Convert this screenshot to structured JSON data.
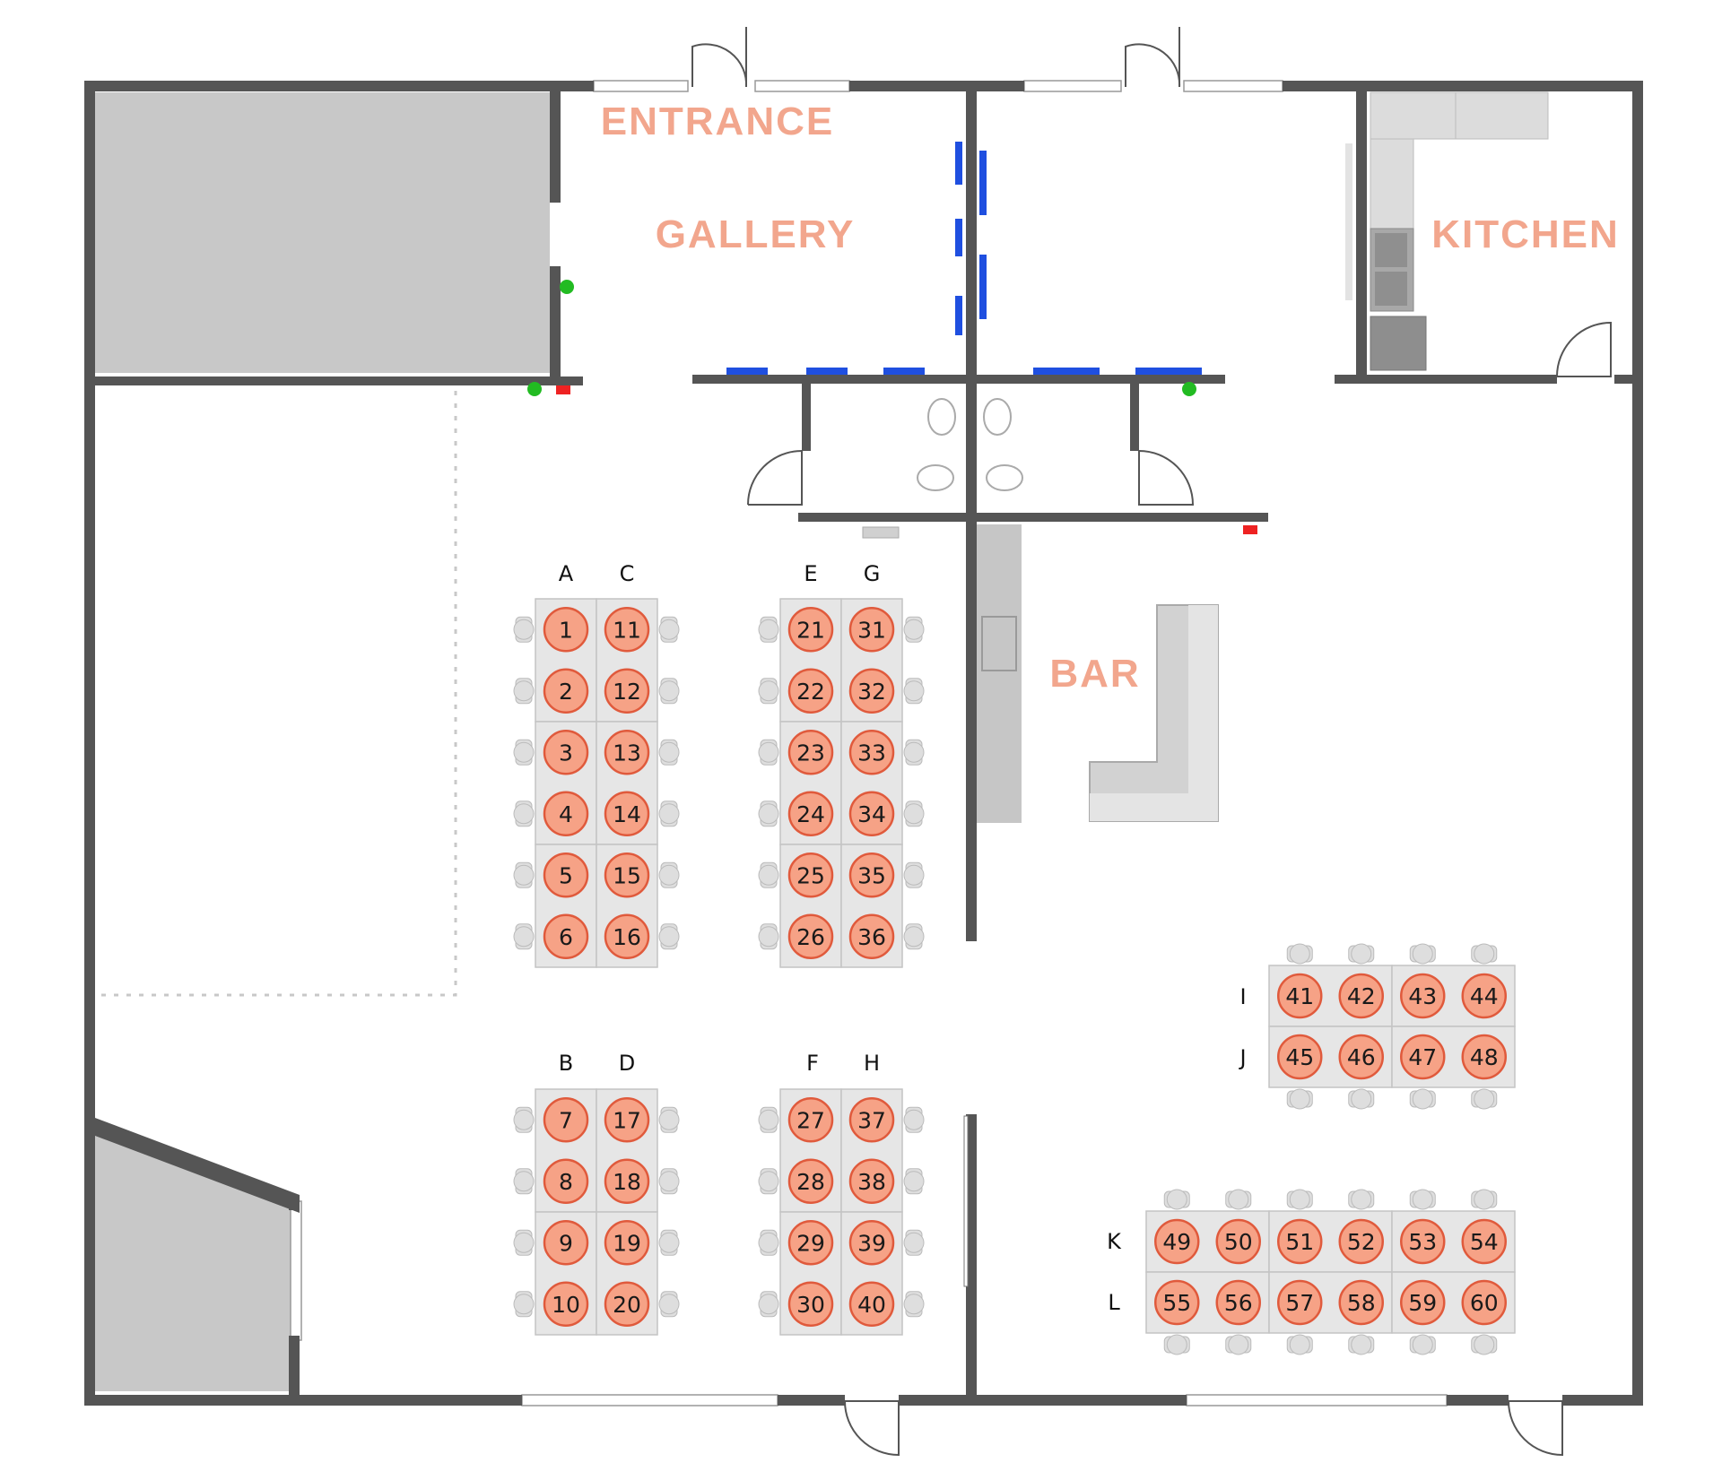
{
  "rooms": {
    "entrance": "ENTRANCE",
    "gallery": "GALLERY",
    "kitchen": "KITCHEN",
    "bar": "BAR"
  },
  "colors": {
    "wall": "#555555",
    "seat_fill": "#f6a286",
    "seat_stroke": "#e05a3c",
    "room_label": "#f2a68d",
    "storage": "#c8c8c8",
    "table": "#e6e6e6",
    "chair": "#dedede",
    "gallery_panel": "#1f4fe0",
    "exit_green": "#22bb22",
    "alarm_red": "#ee2222"
  },
  "column_labels": [
    "A",
    "C",
    "E",
    "G",
    "B",
    "D",
    "F",
    "H",
    "I",
    "J",
    "K",
    "L"
  ],
  "seats": {
    "A": [
      1,
      2,
      3,
      4,
      5,
      6
    ],
    "C": [
      11,
      12,
      13,
      14,
      15,
      16
    ],
    "E": [
      21,
      22,
      23,
      24,
      25,
      26
    ],
    "G": [
      31,
      32,
      33,
      34,
      35,
      36
    ],
    "B": [
      7,
      8,
      9,
      10
    ],
    "D": [
      17,
      18,
      19,
      20
    ],
    "F": [
      27,
      28,
      29,
      30
    ],
    "H": [
      37,
      38,
      39,
      40
    ],
    "I": [
      41,
      42,
      43,
      44
    ],
    "J": [
      45,
      46,
      47,
      48
    ],
    "K": [
      49,
      50,
      51,
      52,
      53,
      54
    ],
    "L": [
      55,
      56,
      57,
      58,
      59,
      60
    ]
  }
}
